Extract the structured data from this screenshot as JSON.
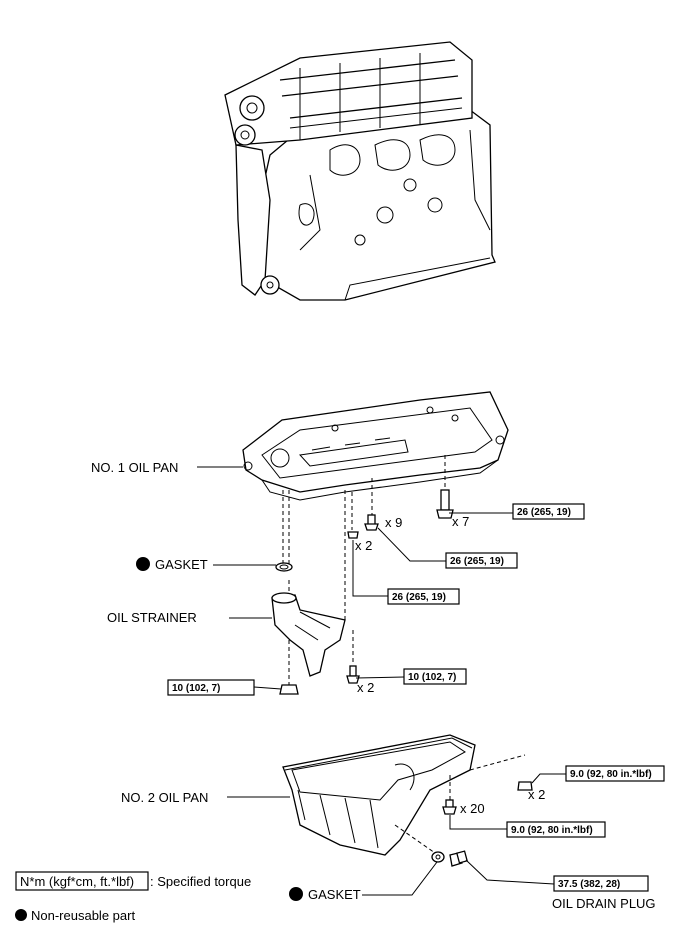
{
  "parts": {
    "no1_oil_pan": "NO. 1 OIL PAN",
    "gasket_upper": "GASKET",
    "oil_strainer": "OIL STRAINER",
    "no2_oil_pan": "NO. 2 OIL PAN",
    "gasket_lower": "GASKET",
    "oil_drain_plug": "OIL DRAIN PLUG"
  },
  "quantities": {
    "q_x9": "x 9",
    "q_x7": "x 7",
    "q_x2_a": "x 2",
    "q_x2_b": "x 2",
    "q_x2_c": "x 2",
    "q_x20": "x 20"
  },
  "torques": {
    "t_x7": "26 (265, 19)",
    "t_x9": "26 (265, 19)",
    "t_x2": "26 (265, 19)",
    "t_strainer": "10 (102, 7)",
    "t_strainer_bolts": "10 (102, 7)",
    "t_nut_x2": "9.0 (92, 80 in.*lbf)",
    "t_bolt_x20": "9.0 (92, 80 in.*lbf)",
    "t_drain": "37.5 (382, 28)"
  },
  "legend": {
    "torque_unit": "N*m (kgf*cm, ft.*lbf)",
    "torque_text": ": Specified torque",
    "non_reusable_text": "Non-reusable part"
  }
}
